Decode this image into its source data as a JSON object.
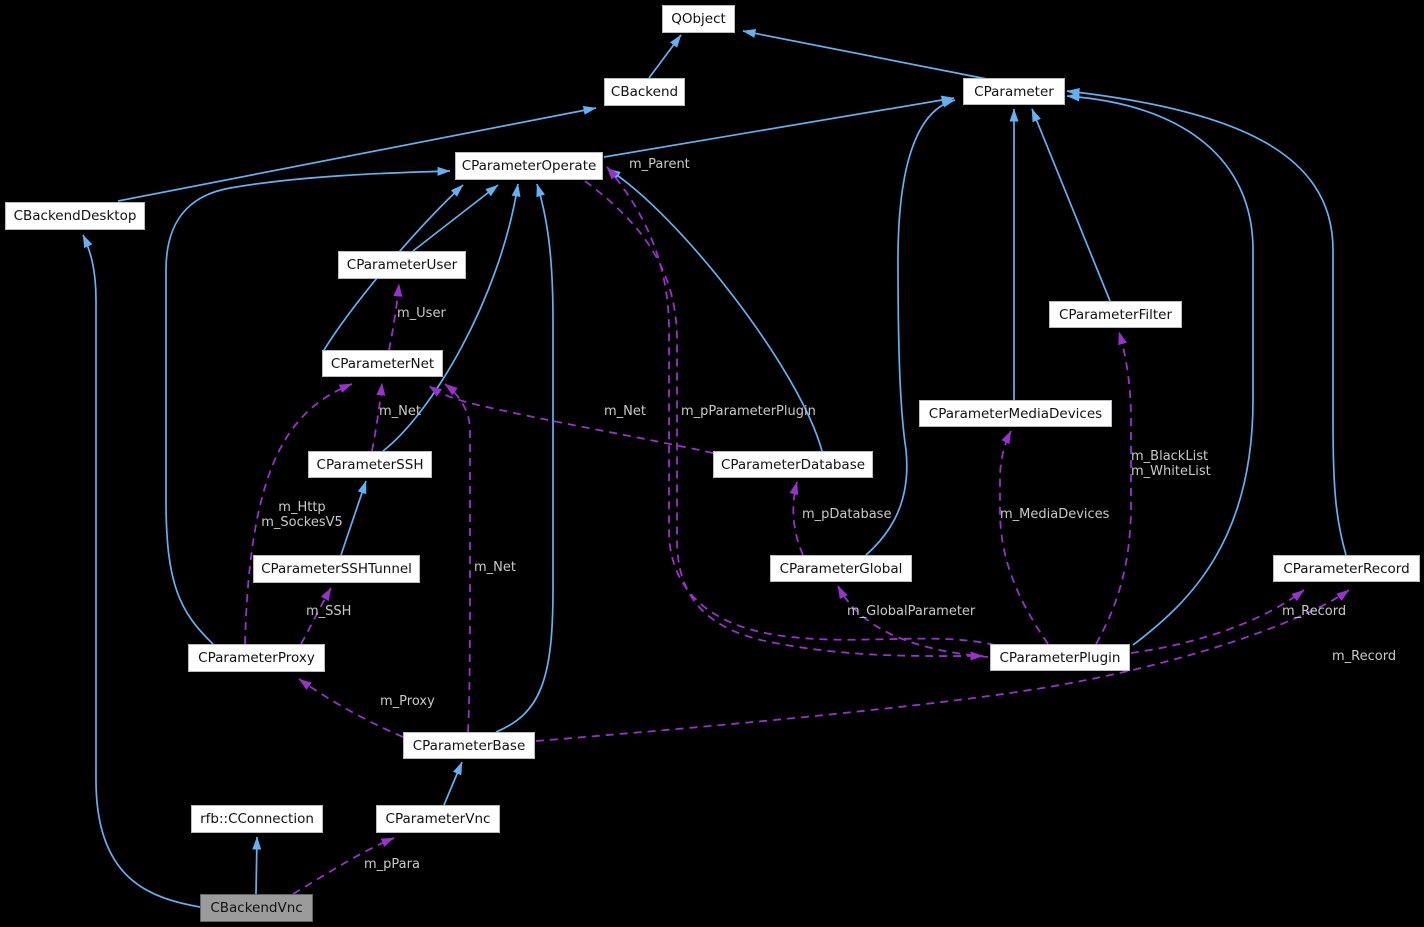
{
  "diagram": {
    "type": "doxygen-collaboration-graph",
    "highlighted_node": "CBackendVnc",
    "colors": {
      "background": "#000000",
      "inheritance_edge": "#63b1f2",
      "usage_edge": "#9932cc",
      "box_fill": "#ffffff",
      "box_border": "#b8bcc0",
      "highlight_fill": "#9b9b9b",
      "edge_label_text": "#c9c9c9"
    },
    "nodes": {
      "qobject": "QObject",
      "cbackend": "CBackend",
      "cparameter": "CParameter",
      "cparameteroperate": "CParameterOperate",
      "cbackenddesktop": "CBackendDesktop",
      "cparameteruser": "CParameterUser",
      "cparameterfilter": "CParameterFilter",
      "cparameternet": "CParameterNet",
      "cparametermediadevices": "CParameterMediaDevices",
      "cparameterssh": "CParameterSSH",
      "cparameterdatabase": "CParameterDatabase",
      "cparametersshtunnel": "CParameterSSHTunnel",
      "cparameterglobal": "CParameterGlobal",
      "cparameterrecord": "CParameterRecord",
      "cparameterproxy": "CParameterProxy",
      "cparameterplugin": "CParameterPlugin",
      "cparameterbase": "CParameterBase",
      "rfbcconnection": "rfb::CConnection",
      "cparametervnc": "CParameterVnc",
      "cbackendvnc": "CBackendVnc"
    },
    "labels": {
      "m_parent": "m_Parent",
      "m_user": "m_User",
      "m_net_ssh": "m_Net",
      "m_net_db": "m_Net",
      "m_net_base": "m_Net",
      "m_pparameterplugin": "m_pParameterPlugin",
      "m_http": "m_Http",
      "m_sockesv5": "m_SockesV5",
      "m_pdatabase": "m_pDatabase",
      "m_mediadevices": "m_MediaDevices",
      "m_blacklist": "m_BlackList",
      "m_whitelist": "m_WhiteList",
      "m_ssh": "m_SSH",
      "m_globalparameter": "m_GlobalParameter",
      "m_record_plugin": "m_Record",
      "m_record_base": "m_Record",
      "m_proxy": "m_Proxy",
      "m_ppara": "m_pPara"
    },
    "edges": [
      {
        "from": "CBackend",
        "to": "QObject",
        "kind": "inheritance"
      },
      {
        "from": "CParameter",
        "to": "QObject",
        "kind": "inheritance"
      },
      {
        "from": "CParameterOperate",
        "to": "CParameter",
        "kind": "inheritance"
      },
      {
        "from": "CBackendDesktop",
        "to": "CBackend",
        "kind": "inheritance"
      },
      {
        "from": "CBackendVnc",
        "to": "CBackendDesktop",
        "kind": "inheritance"
      },
      {
        "from": "CBackendVnc",
        "to": "rfb::CConnection",
        "kind": "inheritance"
      },
      {
        "from": "CParameterVnc",
        "to": "CParameterBase",
        "kind": "inheritance"
      },
      {
        "from": "CParameterBase",
        "to": "CParameterOperate",
        "kind": "inheritance"
      },
      {
        "from": "CParameterProxy",
        "to": "CParameterOperate",
        "kind": "inheritance"
      },
      {
        "from": "CParameterUser",
        "to": "CParameterOperate",
        "kind": "inheritance"
      },
      {
        "from": "CParameterNet",
        "to": "CParameterOperate",
        "kind": "inheritance"
      },
      {
        "from": "CParameterSSH",
        "to": "CParameterOperate",
        "kind": "inheritance"
      },
      {
        "from": "CParameterSSHTunnel",
        "to": "CParameterSSH",
        "kind": "inheritance"
      },
      {
        "from": "CParameterDatabase",
        "to": "CParameterOperate",
        "kind": "inheritance"
      },
      {
        "from": "CParameterGlobal",
        "to": "CParameter",
        "kind": "inheritance"
      },
      {
        "from": "CParameterMediaDevices",
        "to": "CParameter",
        "kind": "inheritance"
      },
      {
        "from": "CParameterFilter",
        "to": "CParameter",
        "kind": "inheritance"
      },
      {
        "from": "CParameterPlugin",
        "to": "CParameter",
        "kind": "inheritance"
      },
      {
        "from": "CParameterRecord",
        "to": "CParameter",
        "kind": "inheritance"
      },
      {
        "from": "CParameterNet",
        "to": "CParameterUser",
        "kind": "usage",
        "label": "m_User"
      },
      {
        "from": "CParameterSSH",
        "to": "CParameterNet",
        "kind": "usage",
        "label": "m_Net"
      },
      {
        "from": "CParameterProxy",
        "to": "CParameterNet",
        "kind": "usage",
        "label": "m_Http m_SockesV5"
      },
      {
        "from": "CParameterDatabase",
        "to": "CParameterNet",
        "kind": "usage",
        "label": "m_Net"
      },
      {
        "from": "CParameterBase",
        "to": "CParameterNet",
        "kind": "usage",
        "label": "m_Net"
      },
      {
        "from": "CParameterProxy",
        "to": "CParameterSSHTunnel",
        "kind": "usage",
        "label": "m_SSH"
      },
      {
        "from": "CParameterBase",
        "to": "CParameterProxy",
        "kind": "usage",
        "label": "m_Proxy"
      },
      {
        "from": "CBackendVnc",
        "to": "CParameterVnc",
        "kind": "usage",
        "label": "m_pPara"
      },
      {
        "from": "CParameterGlobal",
        "to": "CParameterDatabase",
        "kind": "usage",
        "label": "m_pDatabase"
      },
      {
        "from": "CParameterPlugin",
        "to": "CParameterGlobal",
        "kind": "usage",
        "label": "m_GlobalParameter"
      },
      {
        "from": "CParameterOperate",
        "to": "CParameterPlugin",
        "kind": "usage",
        "label": "m_pParameterPlugin"
      },
      {
        "from": "CParameterPlugin",
        "to": "CParameterOperate",
        "kind": "usage",
        "label": "m_Parent"
      },
      {
        "from": "CParameterPlugin",
        "to": "CParameterMediaDevices",
        "kind": "usage",
        "label": "m_MediaDevices"
      },
      {
        "from": "CParameterPlugin",
        "to": "CParameterFilter",
        "kind": "usage",
        "label": "m_BlackList m_WhiteList"
      },
      {
        "from": "CParameterPlugin",
        "to": "CParameterRecord",
        "kind": "usage",
        "label": "m_Record"
      },
      {
        "from": "CParameterBase",
        "to": "CParameterRecord",
        "kind": "usage",
        "label": "m_Record"
      }
    ]
  }
}
